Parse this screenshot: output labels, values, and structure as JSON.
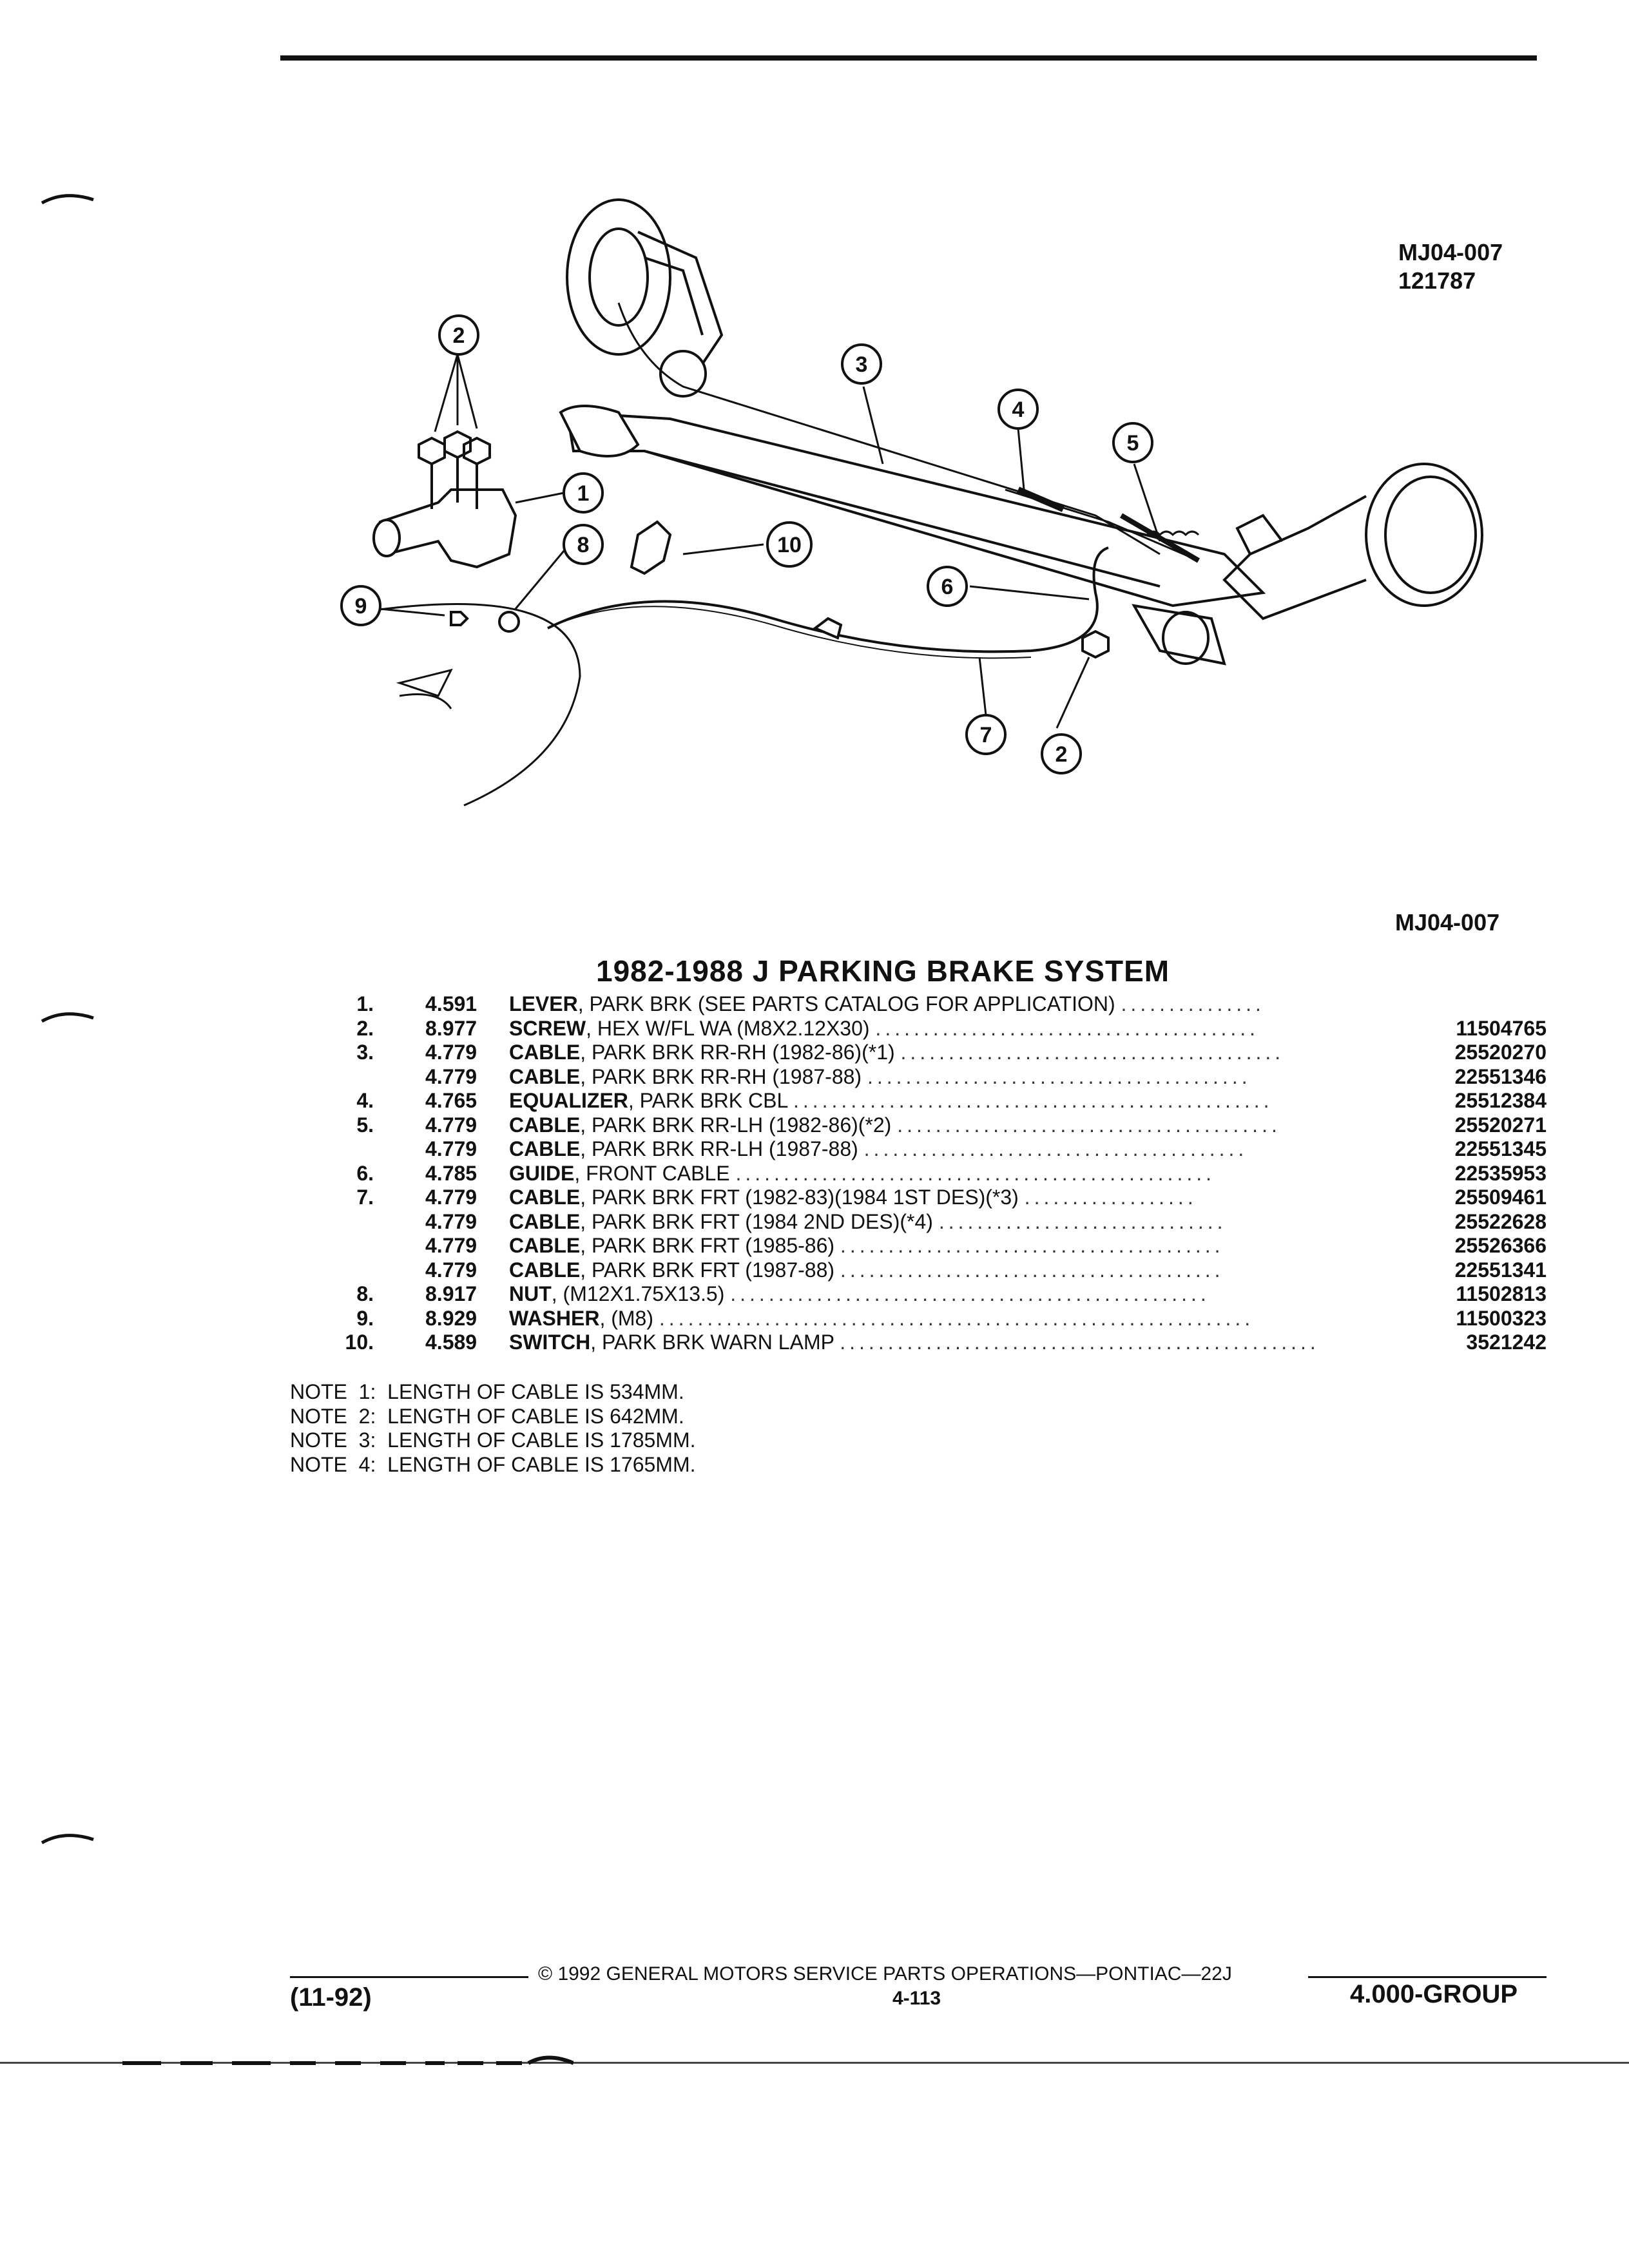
{
  "diagram": {
    "code": "MJ04-007",
    "date_code": "121787",
    "callouts": [
      "2",
      "1",
      "8",
      "9",
      "10",
      "3",
      "4",
      "5",
      "6",
      "7",
      "2"
    ],
    "code_bottom": "MJ04-007"
  },
  "title": "1982-1988 J PARKING BRAKE SYSTEM",
  "parts": [
    {
      "num": "1.",
      "code": "4.591",
      "name": "LEVER",
      "desc": ", PARK BRK (SEE PARTS CATALOG FOR APPLICATION)",
      "pn": ""
    },
    {
      "num": "2.",
      "code": "8.977",
      "name": "SCREW",
      "desc": ", HEX W/FL WA (M8X2.12X30)",
      "pn": "11504765"
    },
    {
      "num": "3.",
      "code": "4.779",
      "name": "CABLE",
      "desc": ", PARK BRK RR-RH (1982-86)(*1)",
      "pn": "25520270"
    },
    {
      "num": "",
      "code": "4.779",
      "name": "CABLE",
      "desc": ", PARK BRK RR-RH (1987-88)",
      "pn": "22551346"
    },
    {
      "num": "4.",
      "code": "4.765",
      "name": "EQUALIZER",
      "desc": ", PARK BRK CBL",
      "pn": "25512384"
    },
    {
      "num": "5.",
      "code": "4.779",
      "name": "CABLE",
      "desc": ", PARK BRK RR-LH (1982-86)(*2)",
      "pn": "25520271"
    },
    {
      "num": "",
      "code": "4.779",
      "name": "CABLE",
      "desc": ", PARK BRK RR-LH (1987-88)",
      "pn": "22551345"
    },
    {
      "num": "6.",
      "code": "4.785",
      "name": "GUIDE",
      "desc": ", FRONT CABLE",
      "pn": "22535953"
    },
    {
      "num": "7.",
      "code": "4.779",
      "name": "CABLE",
      "desc": ", PARK BRK FRT (1982-83)(1984 1ST DES)(*3)",
      "pn": "25509461"
    },
    {
      "num": "",
      "code": "4.779",
      "name": "CABLE",
      "desc": ", PARK BRK FRT (1984 2ND DES)(*4)",
      "pn": "25522628"
    },
    {
      "num": "",
      "code": "4.779",
      "name": "CABLE",
      "desc": ", PARK BRK FRT (1985-86)",
      "pn": "25526366"
    },
    {
      "num": "",
      "code": "4.779",
      "name": "CABLE",
      "desc": ", PARK BRK FRT (1987-88)",
      "pn": "22551341"
    },
    {
      "num": "8.",
      "code": "8.917",
      "name": "NUT",
      "desc": ", (M12X1.75X13.5)",
      "pn": "11502813"
    },
    {
      "num": "9.",
      "code": "8.929",
      "name": "WASHER",
      "desc": ", (M8)",
      "pn": "11500323"
    },
    {
      "num": "10.",
      "code": "4.589",
      "name": "SWITCH",
      "desc": ", PARK BRK WARN LAMP",
      "pn": "3521242"
    }
  ],
  "notes": [
    "NOTE  1:  LENGTH OF CABLE IS 534MM.",
    "NOTE  2:  LENGTH OF CABLE IS 642MM.",
    "NOTE  3:  LENGTH OF CABLE IS 1785MM.",
    "NOTE  4:  LENGTH OF CABLE IS 1765MM."
  ],
  "footer": {
    "copyright": "© 1992 GENERAL MOTORS SERVICE PARTS OPERATIONS—PONTIAC—22J",
    "date": "(11-92)",
    "page": "4-113",
    "group": "4.000-GROUP"
  }
}
